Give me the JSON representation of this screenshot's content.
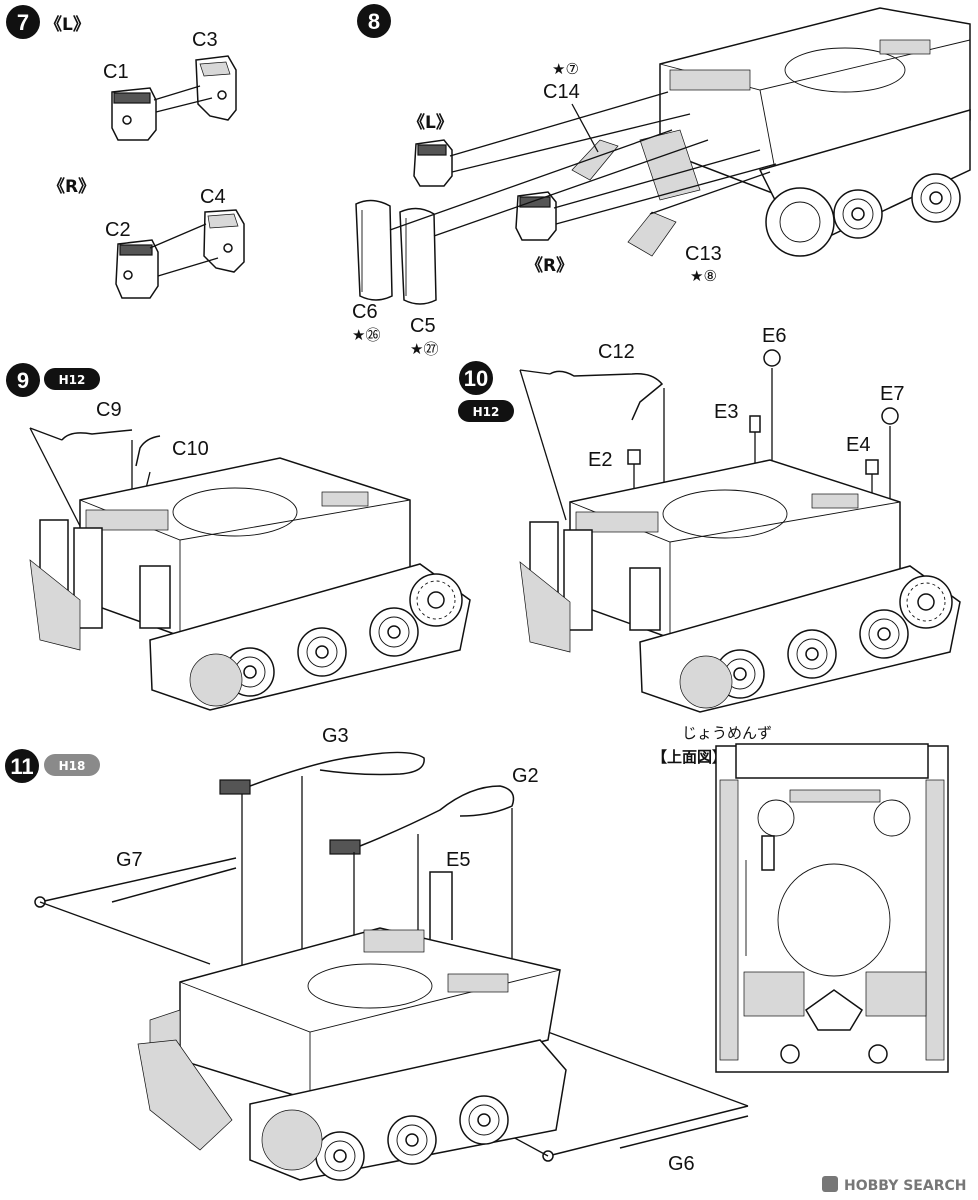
{
  "steps": [
    {
      "number": "7",
      "side_labels": [
        "《L》",
        "《R》"
      ],
      "parts": [
        "C1",
        "C3",
        "C2",
        "C4"
      ]
    },
    {
      "number": "8",
      "side_labels": [
        "《L》",
        "《R》"
      ],
      "parts": [
        "C14",
        "C13",
        "C6",
        "C5"
      ],
      "notes": {
        "C14": "★⑦",
        "C13": "★⑧",
        "C6": "★㉖",
        "C5": "★㉗"
      }
    },
    {
      "number": "9",
      "paint_code": "H12",
      "parts": [
        "C9",
        "C10"
      ]
    },
    {
      "number": "10",
      "paint_code": "H12",
      "parts": [
        "C12",
        "E6",
        "E3",
        "E7",
        "E2",
        "E4"
      ]
    },
    {
      "number": "11",
      "paint_code": "H18",
      "parts": [
        "G3",
        "G2",
        "G7",
        "E5",
        "G6"
      ]
    }
  ],
  "top_view_label": "【上面図】",
  "top_view_ruby": "じょうめんず",
  "watermark": "HOBBY SEARCH"
}
